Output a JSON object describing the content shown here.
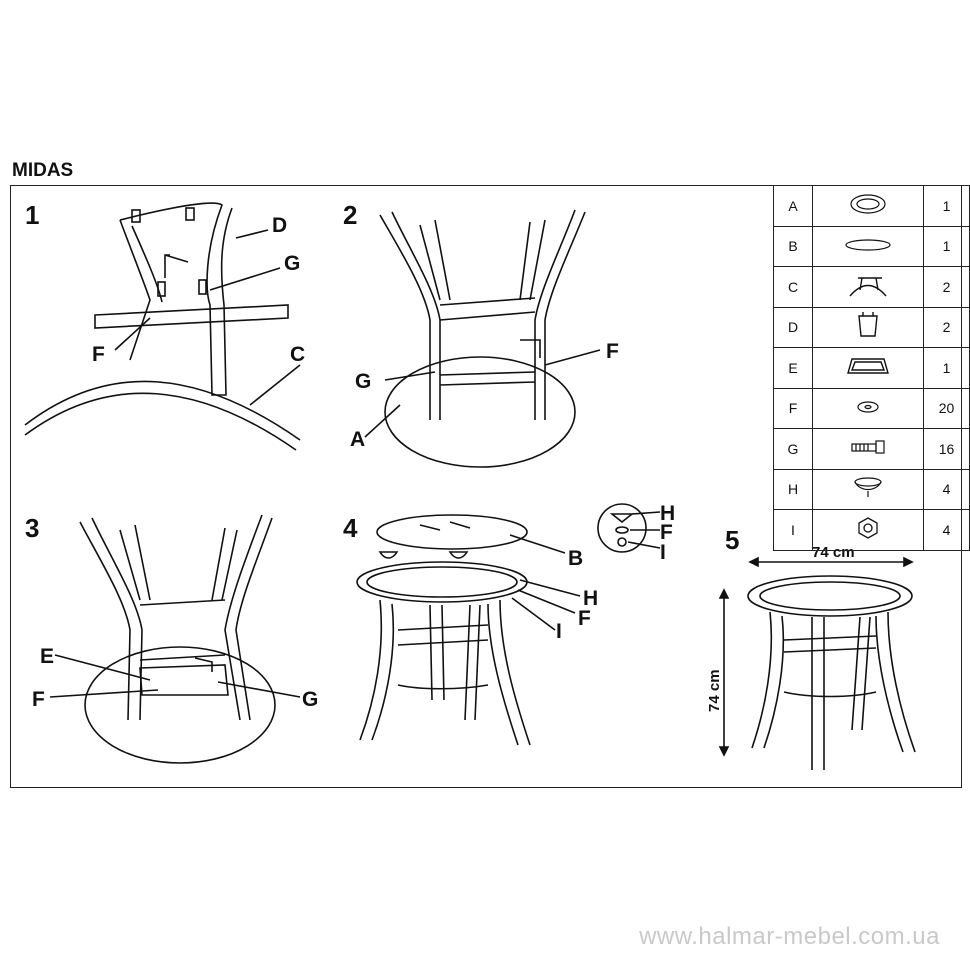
{
  "title": "MIDAS",
  "steps": [
    "1",
    "2",
    "3",
    "4",
    "5"
  ],
  "labels": {
    "s1": [
      "D",
      "G",
      "F",
      "C"
    ],
    "s2": [
      "G",
      "F",
      "A"
    ],
    "s3": [
      "E",
      "F",
      "G"
    ],
    "s4": [
      "B",
      "H",
      "F",
      "I",
      "H",
      "F",
      "I"
    ]
  },
  "dimensions": {
    "width": "74 cm",
    "height": "74 cm"
  },
  "parts": [
    {
      "key": "A",
      "icon": "glass-ring-icon",
      "qty": "1"
    },
    {
      "key": "B",
      "icon": "glass-top-icon",
      "qty": "1"
    },
    {
      "key": "C",
      "icon": "leg-frame-icon",
      "qty": "2"
    },
    {
      "key": "D",
      "icon": "bracket-icon",
      "qty": "2"
    },
    {
      "key": "E",
      "icon": "support-frame-icon",
      "qty": "1"
    },
    {
      "key": "F",
      "icon": "washer-icon",
      "qty": "20"
    },
    {
      "key": "G",
      "icon": "bolt-icon",
      "qty": "16"
    },
    {
      "key": "H",
      "icon": "glass-cup-icon",
      "qty": "4"
    },
    {
      "key": "I",
      "icon": "nut-icon",
      "qty": "4"
    }
  ],
  "watermark": "www.halmar-mebel.com.ua"
}
